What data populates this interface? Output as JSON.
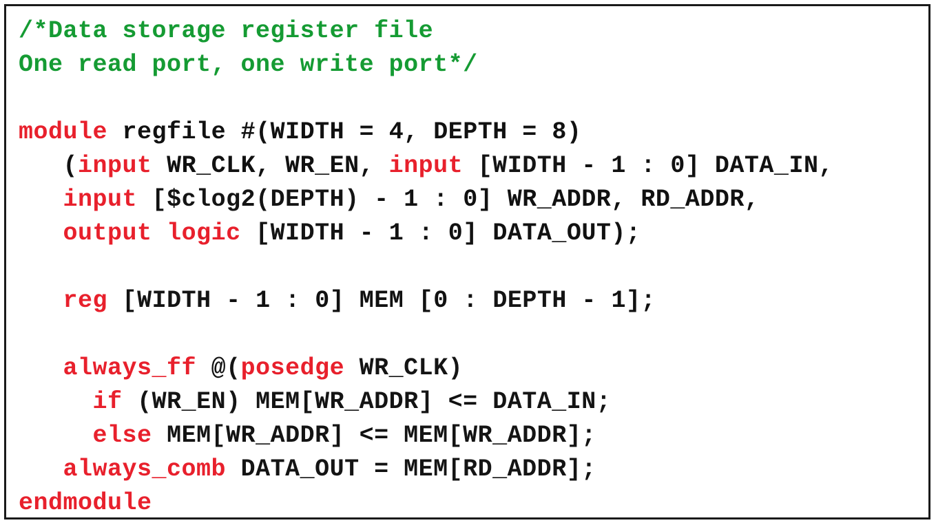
{
  "figure": {
    "kind": "code-listing",
    "language": "SystemVerilog",
    "background": "#ffffff",
    "border_color": "#1a1a1a"
  },
  "palette": {
    "comment": "#159b33",
    "keyword": "#e8202c",
    "identifier": "#a8379f",
    "operator": "#3b3bc8",
    "plain": "#141414",
    "background": "#ffffff",
    "border": "#1a1a1a"
  },
  "code": {
    "raw": "/*Data storage register file\nOne read port, one write port*/\n\nmodule regfile #(WIDTH = 4, DEPTH = 8)\n   (input WR_CLK, WR_EN, input [WIDTH - 1 : 0] DATA_IN,\n   input [$clog2(DEPTH) - 1 : 0] WR_ADDR, RD_ADDR,\n   output logic [WIDTH - 1 : 0] DATA_OUT);\n\n   reg [WIDTH - 1 : 0] MEM [0 : DEPTH - 1];\n\n   always_ff @(posedge WR_CLK)\n     if (WR_EN) MEM[WR_ADDR] <= DATA_IN;\n     else MEM[WR_ADDR] <= MEM[WR_ADDR];\n   always_comb DATA_OUT = MEM[RD_ADDR];\nendmodule",
    "lines": [
      {
        "index": 1,
        "text": "/*Data storage register file",
        "tokens": [
          {
            "t": "/*Data storage register file",
            "c": "comment"
          }
        ]
      },
      {
        "index": 2,
        "text": "One read port, one write port*/",
        "tokens": [
          {
            "t": "One read port, one write port*/",
            "c": "comment"
          }
        ]
      },
      {
        "index": 3,
        "text": "",
        "tokens": []
      },
      {
        "index": 4,
        "text": "module regfile #(WIDTH = 4, DEPTH = 8)",
        "tokens": [
          {
            "t": "module",
            "c": "keyword"
          },
          {
            "t": " ",
            "c": "plain"
          },
          {
            "t": "regfile",
            "c": "identifier"
          },
          {
            "t": " ",
            "c": "plain"
          },
          {
            "t": "#",
            "c": "plain"
          },
          {
            "t": "(",
            "c": "identifier"
          },
          {
            "t": "WIDTH",
            "c": "identifier"
          },
          {
            "t": " ",
            "c": "plain"
          },
          {
            "t": "=",
            "c": "operator"
          },
          {
            "t": " ",
            "c": "plain"
          },
          {
            "t": "4",
            "c": "identifier"
          },
          {
            "t": ", ",
            "c": "identifier"
          },
          {
            "t": "DEPTH",
            "c": "identifier"
          },
          {
            "t": " ",
            "c": "plain"
          },
          {
            "t": "=",
            "c": "operator"
          },
          {
            "t": " ",
            "c": "plain"
          },
          {
            "t": "8)",
            "c": "identifier"
          }
        ]
      },
      {
        "index": 5,
        "text": "   (input WR_CLK, WR_EN, input [WIDTH - 1 : 0] DATA_IN,",
        "tokens": [
          {
            "t": "   ",
            "c": "plain"
          },
          {
            "t": "(",
            "c": "operator"
          },
          {
            "t": "input",
            "c": "keyword"
          },
          {
            "t": " ",
            "c": "plain"
          },
          {
            "t": "WR_CLK",
            "c": "identifier"
          },
          {
            "t": ", ",
            "c": "identifier"
          },
          {
            "t": "WR_EN",
            "c": "identifier"
          },
          {
            "t": ", ",
            "c": "identifier"
          },
          {
            "t": "input",
            "c": "keyword"
          },
          {
            "t": " ",
            "c": "plain"
          },
          {
            "t": "[",
            "c": "operator"
          },
          {
            "t": "WIDTH",
            "c": "plain"
          },
          {
            "t": " ",
            "c": "plain"
          },
          {
            "t": "-",
            "c": "identifier"
          },
          {
            "t": " ",
            "c": "plain"
          },
          {
            "t": "1",
            "c": "identifier"
          },
          {
            "t": " ",
            "c": "plain"
          },
          {
            "t": ":",
            "c": "operator"
          },
          {
            "t": " ",
            "c": "plain"
          },
          {
            "t": "0",
            "c": "identifier"
          },
          {
            "t": "]",
            "c": "operator"
          },
          {
            "t": " ",
            "c": "plain"
          },
          {
            "t": "DATA_IN",
            "c": "identifier"
          },
          {
            "t": ",",
            "c": "identifier"
          }
        ]
      },
      {
        "index": 6,
        "text": "   input [$clog2(DEPTH) - 1 : 0] WR_ADDR, RD_ADDR,",
        "tokens": [
          {
            "t": "   ",
            "c": "plain"
          },
          {
            "t": "input",
            "c": "keyword"
          },
          {
            "t": " ",
            "c": "plain"
          },
          {
            "t": "[",
            "c": "operator"
          },
          {
            "t": "$clog2(DEPTH)",
            "c": "plain"
          },
          {
            "t": " ",
            "c": "plain"
          },
          {
            "t": "-",
            "c": "identifier"
          },
          {
            "t": " ",
            "c": "plain"
          },
          {
            "t": "1",
            "c": "identifier"
          },
          {
            "t": " ",
            "c": "plain"
          },
          {
            "t": ":",
            "c": "operator"
          },
          {
            "t": " ",
            "c": "plain"
          },
          {
            "t": "0",
            "c": "identifier"
          },
          {
            "t": "]",
            "c": "operator"
          },
          {
            "t": " ",
            "c": "plain"
          },
          {
            "t": "WR_ADDR",
            "c": "identifier"
          },
          {
            "t": ", ",
            "c": "identifier"
          },
          {
            "t": "RD_ADDR",
            "c": "identifier"
          },
          {
            "t": ",",
            "c": "identifier"
          }
        ]
      },
      {
        "index": 7,
        "text": "   output logic [WIDTH - 1 : 0] DATA_OUT);",
        "tokens": [
          {
            "t": "   ",
            "c": "plain"
          },
          {
            "t": "output",
            "c": "keyword"
          },
          {
            "t": " ",
            "c": "plain"
          },
          {
            "t": "logic",
            "c": "keyword"
          },
          {
            "t": " ",
            "c": "plain"
          },
          {
            "t": "[",
            "c": "operator"
          },
          {
            "t": "WIDTH",
            "c": "plain"
          },
          {
            "t": " ",
            "c": "plain"
          },
          {
            "t": "-",
            "c": "identifier"
          },
          {
            "t": " ",
            "c": "plain"
          },
          {
            "t": "1",
            "c": "identifier"
          },
          {
            "t": " ",
            "c": "plain"
          },
          {
            "t": ":",
            "c": "operator"
          },
          {
            "t": " ",
            "c": "plain"
          },
          {
            "t": "0",
            "c": "identifier"
          },
          {
            "t": "]",
            "c": "operator"
          },
          {
            "t": " ",
            "c": "plain"
          },
          {
            "t": "DATA_OUT",
            "c": "identifier"
          },
          {
            "t": ");",
            "c": "identifier"
          }
        ]
      },
      {
        "index": 8,
        "text": "",
        "tokens": []
      },
      {
        "index": 9,
        "text": "   reg [WIDTH - 1 : 0] MEM [0 : DEPTH - 1];",
        "tokens": [
          {
            "t": "   ",
            "c": "plain"
          },
          {
            "t": "reg",
            "c": "keyword"
          },
          {
            "t": " ",
            "c": "plain"
          },
          {
            "t": "[",
            "c": "operator"
          },
          {
            "t": "WIDTH",
            "c": "plain"
          },
          {
            "t": " ",
            "c": "plain"
          },
          {
            "t": "-",
            "c": "identifier"
          },
          {
            "t": " ",
            "c": "plain"
          },
          {
            "t": "1",
            "c": "identifier"
          },
          {
            "t": " ",
            "c": "plain"
          },
          {
            "t": ":",
            "c": "operator"
          },
          {
            "t": " ",
            "c": "plain"
          },
          {
            "t": "0",
            "c": "identifier"
          },
          {
            "t": "]",
            "c": "operator"
          },
          {
            "t": " ",
            "c": "plain"
          },
          {
            "t": "MEM",
            "c": "identifier"
          },
          {
            "t": " ",
            "c": "plain"
          },
          {
            "t": "[",
            "c": "operator"
          },
          {
            "t": "0",
            "c": "identifier"
          },
          {
            "t": " ",
            "c": "plain"
          },
          {
            "t": ":",
            "c": "operator"
          },
          {
            "t": " ",
            "c": "plain"
          },
          {
            "t": "DEPTH",
            "c": "plain"
          },
          {
            "t": " ",
            "c": "plain"
          },
          {
            "t": "-",
            "c": "identifier"
          },
          {
            "t": " ",
            "c": "plain"
          },
          {
            "t": "1",
            "c": "identifier"
          },
          {
            "t": "];",
            "c": "operator"
          }
        ]
      },
      {
        "index": 10,
        "text": "",
        "tokens": []
      },
      {
        "index": 11,
        "text": "   always_ff @(posedge WR_CLK)",
        "tokens": [
          {
            "t": "   ",
            "c": "plain"
          },
          {
            "t": "always_ff",
            "c": "keyword"
          },
          {
            "t": " ",
            "c": "plain"
          },
          {
            "t": "@(",
            "c": "plain"
          },
          {
            "t": "posedge",
            "c": "keyword"
          },
          {
            "t": " ",
            "c": "plain"
          },
          {
            "t": "WR_CLK)",
            "c": "plain"
          }
        ]
      },
      {
        "index": 12,
        "text": "     if (WR_EN) MEM[WR_ADDR] <= DATA_IN;",
        "tokens": [
          {
            "t": "     ",
            "c": "plain"
          },
          {
            "t": "if",
            "c": "keyword"
          },
          {
            "t": " ",
            "c": "plain"
          },
          {
            "t": "(WR_EN) MEM[WR_ADDR]",
            "c": "plain"
          },
          {
            "t": " ",
            "c": "plain"
          },
          {
            "t": "<=",
            "c": "operator"
          },
          {
            "t": " ",
            "c": "plain"
          },
          {
            "t": "DATA_IN;",
            "c": "plain"
          }
        ]
      },
      {
        "index": 13,
        "text": "     else MEM[WR_ADDR] <= MEM[WR_ADDR];",
        "tokens": [
          {
            "t": "     ",
            "c": "plain"
          },
          {
            "t": "else",
            "c": "keyword"
          },
          {
            "t": " ",
            "c": "plain"
          },
          {
            "t": "MEM[WR_ADDR]",
            "c": "plain"
          },
          {
            "t": " ",
            "c": "plain"
          },
          {
            "t": "<=",
            "c": "operator"
          },
          {
            "t": " ",
            "c": "plain"
          },
          {
            "t": "MEM[WR_ADDR];",
            "c": "plain"
          }
        ]
      },
      {
        "index": 14,
        "text": "   always_comb DATA_OUT = MEM[RD_ADDR];",
        "tokens": [
          {
            "t": "   ",
            "c": "plain"
          },
          {
            "t": "always_comb",
            "c": "keyword"
          },
          {
            "t": " ",
            "c": "plain"
          },
          {
            "t": "DATA_OUT",
            "c": "plain"
          },
          {
            "t": " ",
            "c": "plain"
          },
          {
            "t": "=",
            "c": "operator"
          },
          {
            "t": " ",
            "c": "plain"
          },
          {
            "t": "MEM[RD_ADDR];",
            "c": "plain"
          }
        ]
      },
      {
        "index": 15,
        "text": "endmodule",
        "tokens": [
          {
            "t": "endmodule",
            "c": "keyword"
          }
        ]
      }
    ]
  }
}
